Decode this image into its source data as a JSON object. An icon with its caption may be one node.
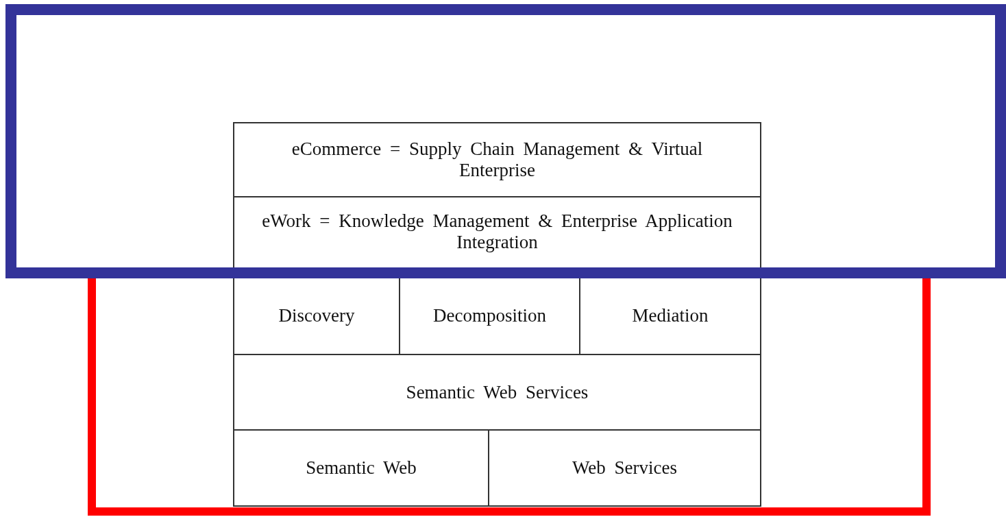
{
  "diagram": {
    "nodes": [
      {
        "text": [
          "eCommerce = Supply Chain Management & Virtual Enterprise"
        ]
      },
      {
        "text": [
          "eWork = Knowledge Management & Enterprise Application Integration"
        ]
      },
      {
        "text": [
          "Discovery"
        ]
      },
      {
        "text": [
          "Decomposition"
        ]
      },
      {
        "text": [
          "Mediation"
        ]
      },
      {
        "text": [
          "Semantic Web Services"
        ]
      },
      {
        "text": [
          "Semantic Web"
        ]
      },
      {
        "text": [
          "Web Services"
        ]
      }
    ]
  }
}
